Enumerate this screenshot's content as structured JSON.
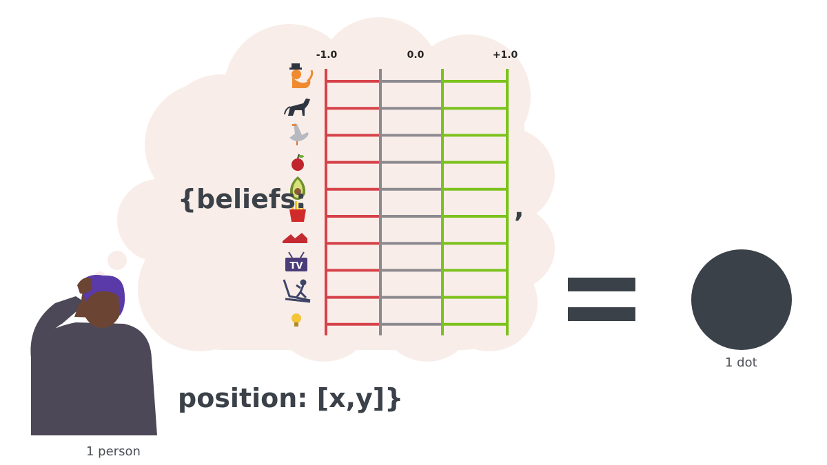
{
  "scale": {
    "ticks": [
      "-1.0",
      "0.0",
      "+1.0"
    ]
  },
  "belief_icons": [
    "cat-in-top-hat-icon",
    "dog-icon",
    "goose-icon",
    "apple-icon",
    "avocado-icon",
    "fries-icon",
    "sneaker-icon",
    "tv-icon",
    "treadmill-icon",
    "lightbulb-icon"
  ],
  "labels": {
    "beliefs": "{beliefs:",
    "comma": ",",
    "position": "position: [x,y]}",
    "person_caption": "1 person",
    "dot_caption": "1 dot"
  },
  "colors": {
    "negative": "#d6424a",
    "neutral": "#8c8a90",
    "positive": "#7cc21d",
    "cloud": "#f8ede8",
    "dark": "#3b4148"
  }
}
